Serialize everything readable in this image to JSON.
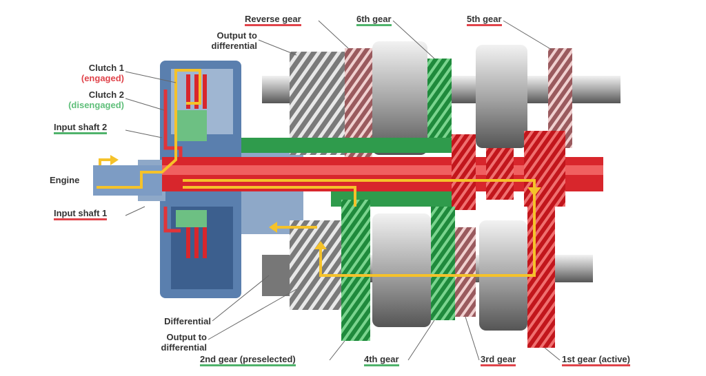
{
  "title": "Dual-clutch transmission power flow",
  "colors": {
    "engaged": "#e0343a",
    "preselected": "#3fa85a",
    "flow": "#f5c22a",
    "housing": "#5a7fae"
  },
  "labels": {
    "reverse_gear": "Reverse gear",
    "sixth_gear": "6th gear",
    "fifth_gear": "5th gear",
    "output_top_1": "Output to",
    "output_top_2": "differential",
    "clutch1": "Clutch 1",
    "clutch1_state": "(engaged)",
    "clutch2": "Clutch 2",
    "clutch2_state": "(disengaged)",
    "input_shaft2": "Input shaft 2",
    "engine": "Engine",
    "input_shaft1": "Input shaft 1",
    "differential": "Differential",
    "output_bottom_1": "Output to",
    "output_bottom_2": "differential",
    "second_gear": "2nd gear (preselected)",
    "fourth_gear": "4th gear",
    "third_gear": "3rd gear",
    "first_gear": "1st gear (active)"
  }
}
